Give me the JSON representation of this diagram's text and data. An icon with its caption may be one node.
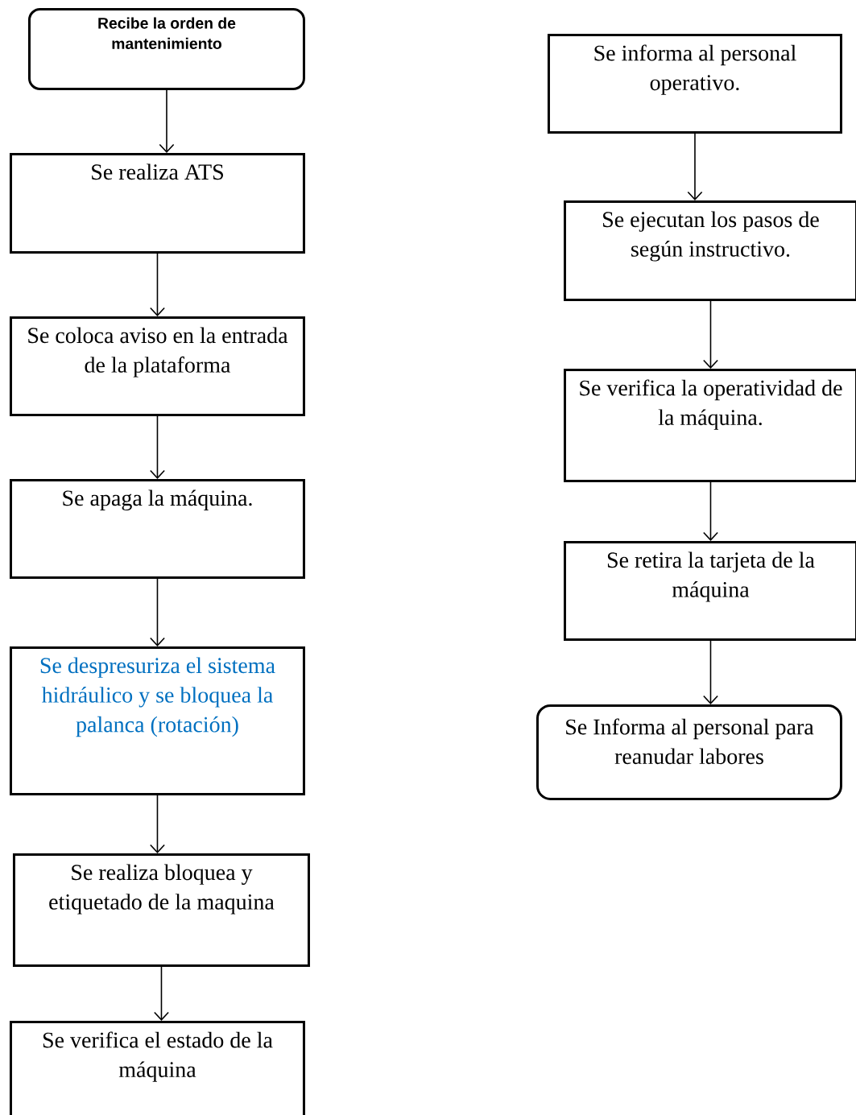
{
  "diagram": {
    "nodes": [
      {
        "text": [
          "Recibe la orden de mantenimiento"
        ]
      },
      {
        "text": [
          "Se realiza ATS"
        ]
      },
      {
        "text": [
          "Se coloca aviso en la entrada de la plataforma"
        ]
      },
      {
        "text": [
          "Se apaga la máquina."
        ]
      },
      {
        "text": [
          "Se despresuriza el sistema hidráulico y se bloquea la palanca (rotación)"
        ]
      },
      {
        "text": [
          "Se realiza bloquea y etiquetado de la maquina"
        ]
      },
      {
        "text": [
          "Se verifica el estado de la máquina"
        ]
      },
      {
        "text": [
          "Se informa al personal operativo."
        ]
      },
      {
        "text": [
          "Se ejecutan los pasos de según instructivo."
        ]
      },
      {
        "text": [
          "Se verifica la operatividad de la máquina."
        ]
      },
      {
        "text": [
          "Se retira la tarjeta de la máquina"
        ]
      },
      {
        "text": [
          "Se Informa al personal para reanudar labores"
        ]
      }
    ],
    "edges": [
      {
        "from": 0,
        "to": 1,
        "arrow": "to"
      },
      {
        "from": 1,
        "to": 2,
        "arrow": "to"
      },
      {
        "from": 2,
        "to": 3,
        "arrow": "to"
      },
      {
        "from": 3,
        "to": 4,
        "arrow": "to"
      },
      {
        "from": 4,
        "to": 5,
        "arrow": "to"
      },
      {
        "from": 5,
        "to": 6,
        "arrow": "to"
      },
      {
        "from": 7,
        "to": 8,
        "arrow": "to"
      },
      {
        "from": 8,
        "to": 9,
        "arrow": "to"
      },
      {
        "from": 9,
        "to": 10,
        "arrow": "to"
      },
      {
        "from": 10,
        "to": 11,
        "arrow": "to"
      }
    ]
  }
}
